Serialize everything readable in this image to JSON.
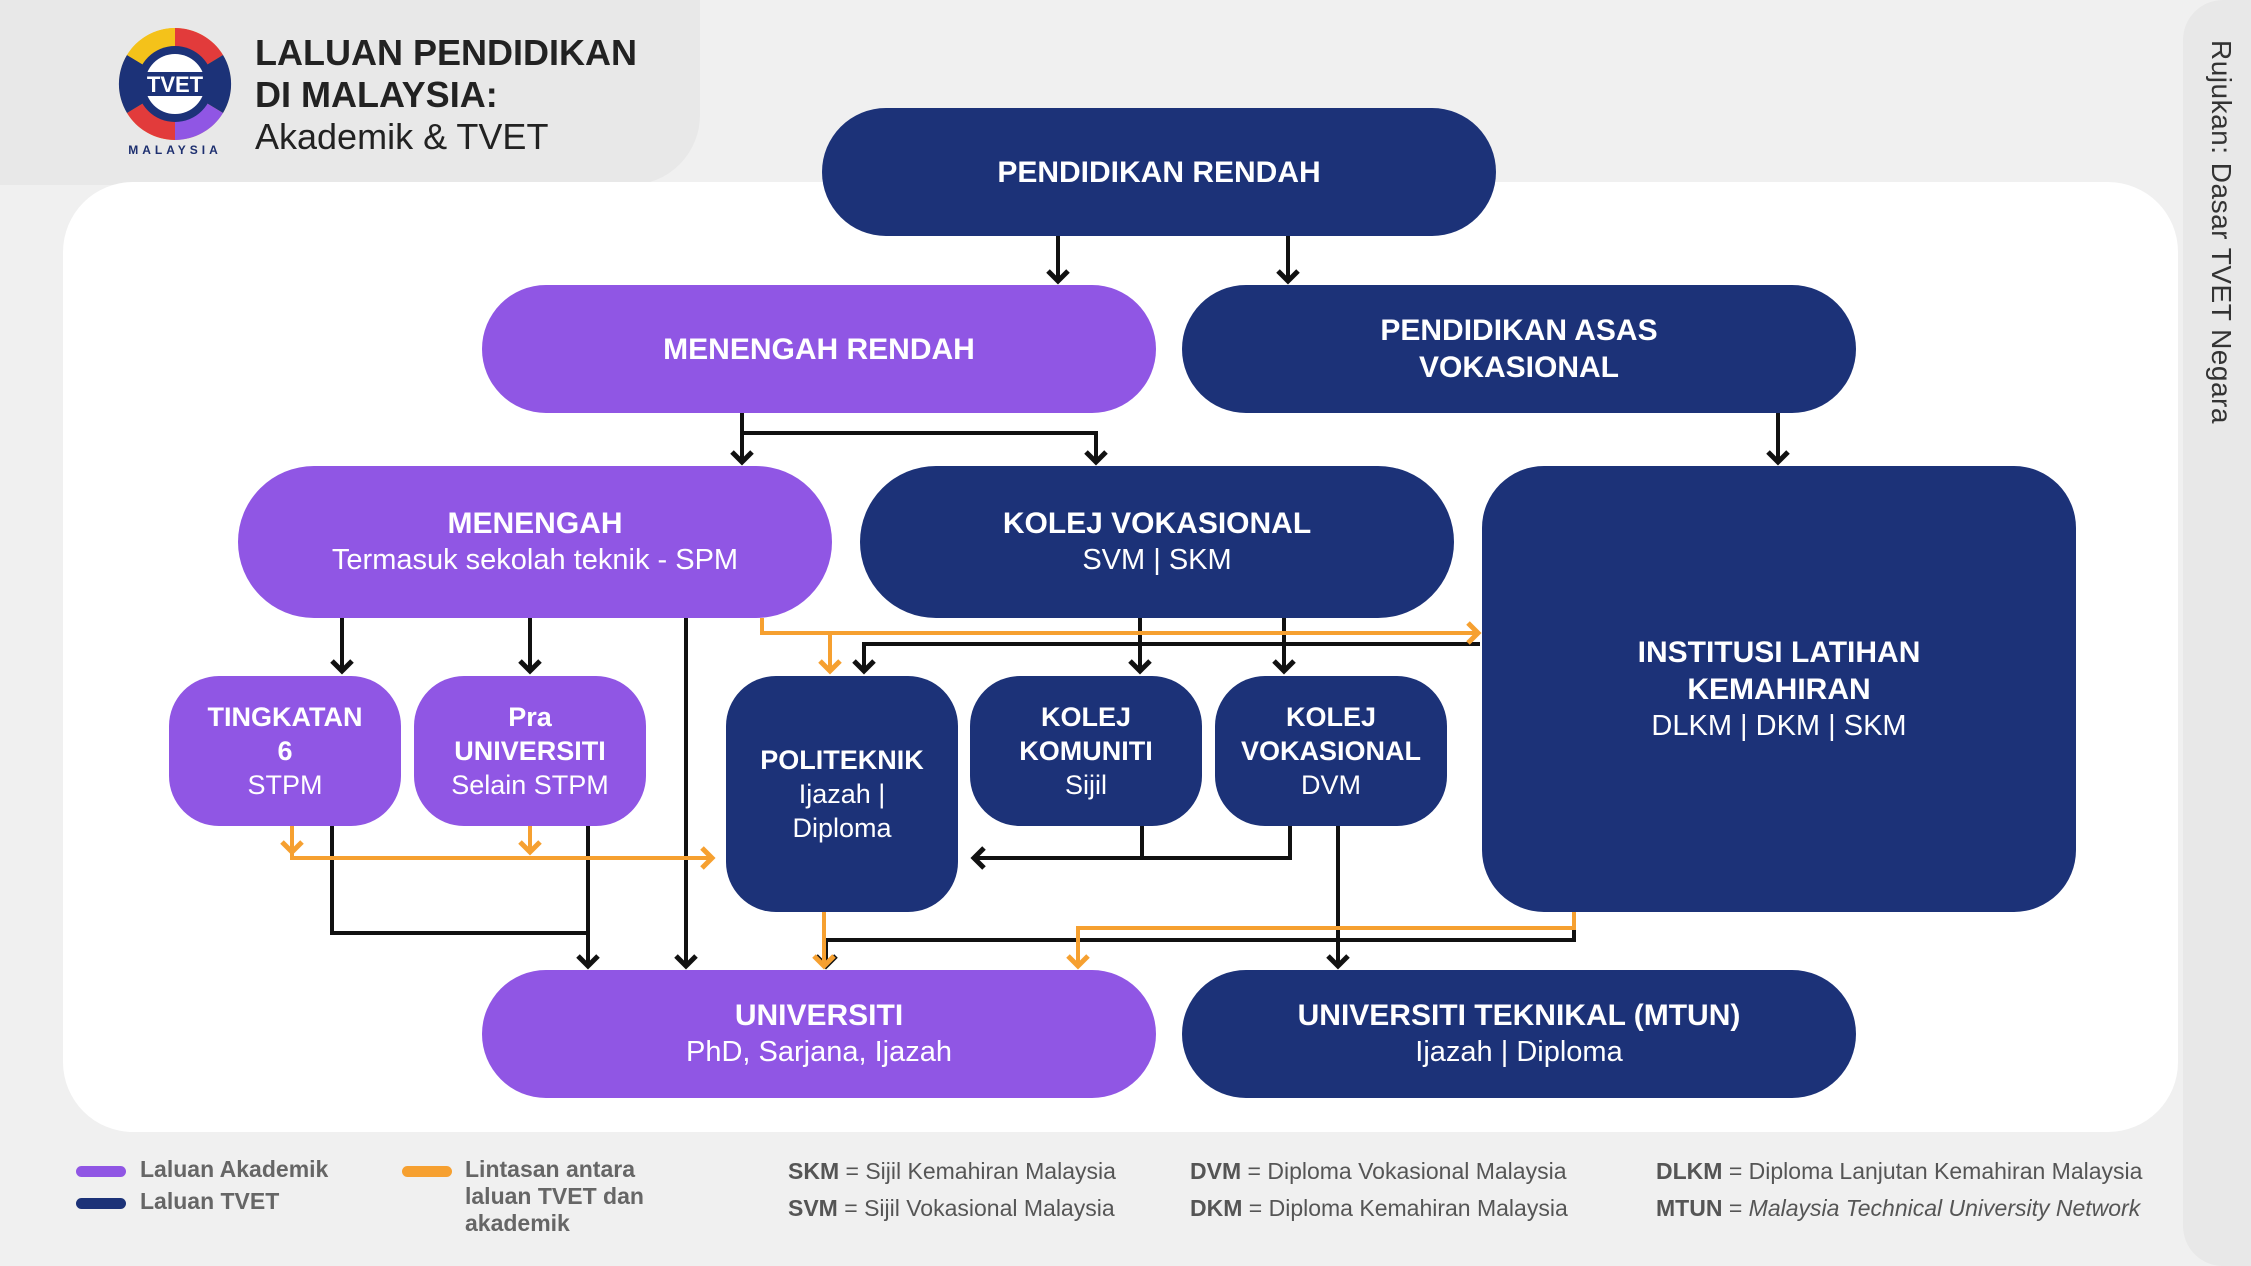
{
  "header": {
    "logo_text": "TVET",
    "logo_sub": "MALAYSIA",
    "title_line1": "LALUAN PENDIDIKAN",
    "title_line2": "DI MALAYSIA:",
    "title_line3": "Akademik & TVET"
  },
  "reference": "Rujukan: Dasar TVET Negara",
  "nodes": {
    "pendidikan_rendah": {
      "title": "PENDIDIKAN RENDAH"
    },
    "menengah_rendah": {
      "title": "MENENGAH RENDAH"
    },
    "pendidikan_asas_vokasional": {
      "title": "PENDIDIKAN ASAS",
      "title2": "VOKASIONAL"
    },
    "menengah": {
      "title": "MENENGAH",
      "sub": "Termasuk sekolah teknik - SPM"
    },
    "kolej_vokasional_top": {
      "title": "KOLEJ VOKASIONAL",
      "sub": "SVM | SKM"
    },
    "institusi_latihan": {
      "title": "INSTITUSI LATIHAN",
      "title2": "KEMAHIRAN",
      "sub": "DLKM | DKM | SKM"
    },
    "tingkatan6": {
      "title": "TINGKATAN",
      "title2": "6",
      "sub": "STPM"
    },
    "pra_universiti": {
      "title": "Pra",
      "title2": "UNIVERSITI",
      "sub": "Selain STPM"
    },
    "politeknik": {
      "title": "POLITEKNIK",
      "sub": "Ijazah |",
      "sub2": "Diploma"
    },
    "kolej_komuniti": {
      "title": "KOLEJ",
      "title2": "KOMUNITI",
      "sub": "Sijil"
    },
    "kolej_vokasional_dvm": {
      "title": "KOLEJ",
      "title2": "VOKASIONAL",
      "sub": "DVM"
    },
    "universiti": {
      "title": "UNIVERSITI",
      "sub": "PhD, Sarjana, Ijazah"
    },
    "universiti_teknikal": {
      "title": "UNIVERSITI TEKNIKAL (MTUN)",
      "sub": "Ijazah | Diploma"
    }
  },
  "legend": {
    "akademik": "Laluan Akademik",
    "tvet": "Laluan TVET",
    "lintasan_1": "Lintasan antara",
    "lintasan_2": "laluan TVET dan",
    "lintasan_3": "akademik"
  },
  "abbreviations": [
    {
      "abbr": "SKM",
      "def": "Sijil Kemahiran Malaysia"
    },
    {
      "abbr": "SVM",
      "def": "Sijil Vokasional Malaysia"
    },
    {
      "abbr": "DVM",
      "def": "Diploma Vokasional Malaysia"
    },
    {
      "abbr": "DKM",
      "def": "Diploma Kemahiran Malaysia"
    },
    {
      "abbr": "DLKM",
      "def": "Diploma Lanjutan Kemahiran Malaysia"
    },
    {
      "abbr": "MTUN",
      "def": "Malaysia Technical University Network"
    }
  ],
  "colors": {
    "academic": "#9056e4",
    "tvet": "#1c3278",
    "crossover": "#f6a030",
    "arrow": "#111111"
  }
}
